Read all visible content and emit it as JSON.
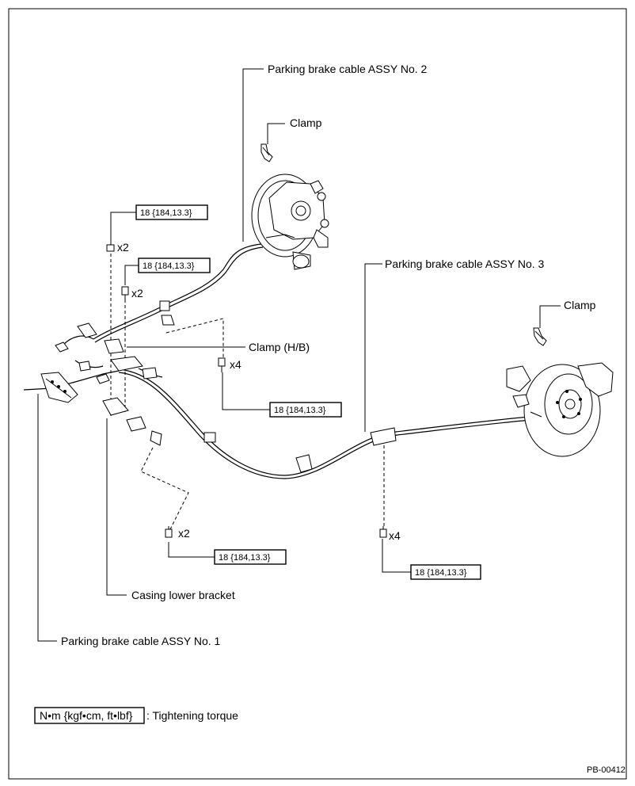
{
  "labels": {
    "cable_no2": "Parking brake cable ASSY No. 2",
    "clamp_top": "Clamp",
    "cable_no3": "Parking brake cable ASSY No. 3",
    "clamp_right": "Clamp",
    "clamp_hb": "Clamp (H/B)",
    "casing_bracket": "Casing lower bracket",
    "cable_no1": "Parking brake cable ASSY No. 1"
  },
  "torques": {
    "t1": "18 {184,13.3}",
    "t2": "18 {184,13.3}",
    "t3": "18 {184,13.3}",
    "t4": "18 {184,13.3}",
    "t5": "18 {184,13.3}"
  },
  "quantities": {
    "q1": "x2",
    "q2": "x2",
    "q3": "x4",
    "q4": "x2",
    "q5": "x4"
  },
  "legend": {
    "unit_box": "N•m {kgf•cm, ft•lbf}",
    "unit_text": ": Tightening torque"
  },
  "figure_id": "PB-00412"
}
